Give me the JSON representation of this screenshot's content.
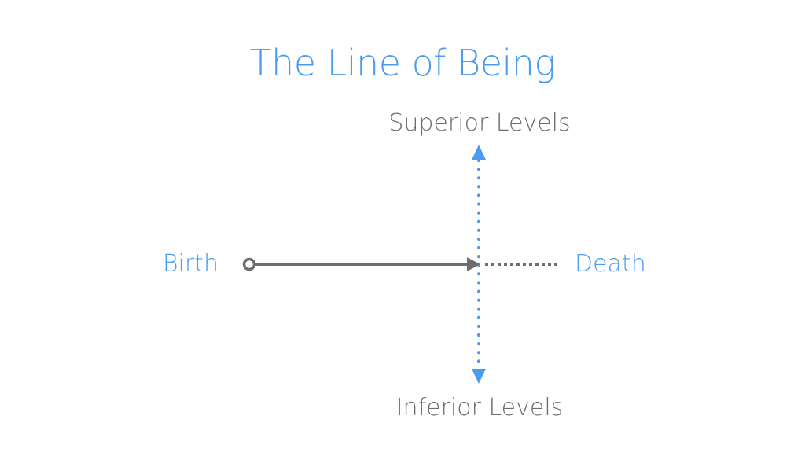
{
  "title": "The Line of Being",
  "labels": {
    "superior": "Superior Levels",
    "inferior": "Inferior Levels",
    "birth": "Birth",
    "death": "Death"
  },
  "colors": {
    "accent_blue": "#4a9cf0",
    "line_gray": "#6d6d6d",
    "text_gray": "#6d6d6d"
  }
}
